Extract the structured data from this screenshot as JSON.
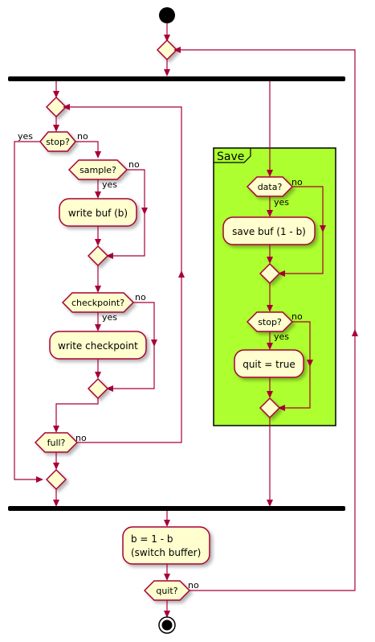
{
  "nodes": {
    "loop_outer_top": "",
    "loop_inner_top": "",
    "stop1": "stop?",
    "sample": "sample?",
    "write_buf": "write buf (b)",
    "checkpoint": "checkpoint?",
    "write_checkpoint": "write checkpoint",
    "full": "full?",
    "data": "data?",
    "save_buf": "save buf (1 - b)",
    "stop2": "stop?",
    "quit_true": "quit = true",
    "switch_line1": "b = 1 - b",
    "switch_line2": "(switch buffer)",
    "quit": "quit?"
  },
  "partition": {
    "label": "Save",
    "color": "#ADFF2F"
  },
  "edge_labels": {
    "yes": "yes",
    "no": "no"
  },
  "colors": {
    "node_fill": "#FEFECE",
    "line": "#A80036",
    "partition_fill": "#ADFF2F"
  }
}
